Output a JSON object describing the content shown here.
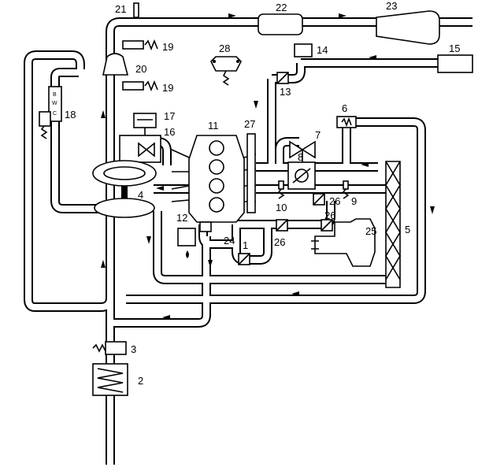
{
  "labels": {
    "l1": "1",
    "l2": "2",
    "l3": "3",
    "l4": "4",
    "l5": "5",
    "l6": "6",
    "l7": "7",
    "l8": "8",
    "l9": "9",
    "l10": "10",
    "l11": "11",
    "l12": "12",
    "l13": "13",
    "l14": "14",
    "l15": "15",
    "l16": "16",
    "l17": "17",
    "l18": "18",
    "l19a": "19",
    "l19b": "19",
    "l20": "20",
    "l21": "21",
    "l22": "22",
    "l23": "23",
    "l24": "24",
    "l25": "25",
    "l26a": "26",
    "l26b": "26",
    "l26c": "26",
    "l27": "27",
    "l28": "28"
  },
  "valve18": {
    "top": "B",
    "mid": "W",
    "bottom": "C"
  },
  "colors": {
    "line": "#000000",
    "background": "#ffffff"
  }
}
